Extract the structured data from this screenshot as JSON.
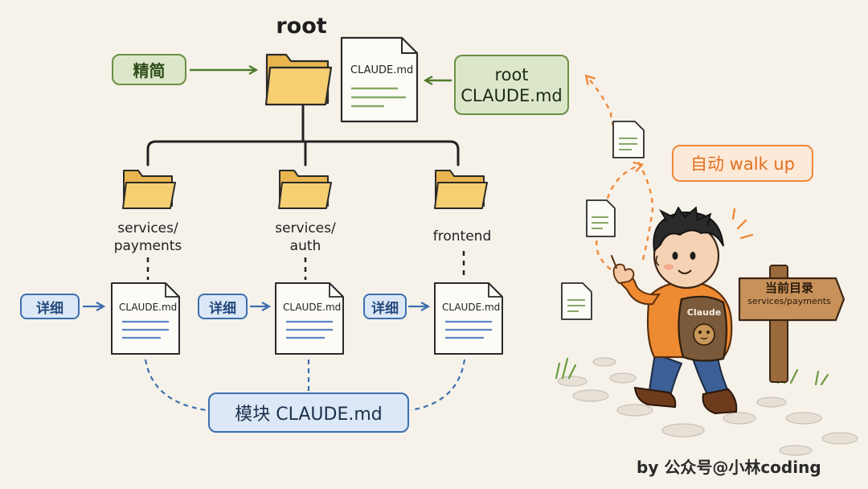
{
  "root_title": "root",
  "doc_label": "CLAUDE.md",
  "folders": {
    "payments": "services/\npayments",
    "auth": "services/\nauth",
    "frontend": "frontend"
  },
  "tags": {
    "concise": "精简",
    "detailed": "详细",
    "root_claude": "root\nCLAUDE.md",
    "module_claude": "模块 CLAUDE.md",
    "walk_up": "自动 walk up"
  },
  "signpost": {
    "title": "当前目录",
    "path": "services/payments"
  },
  "backpack_label": "Claude",
  "credit": "by 公众号@小林coding",
  "colors": {
    "green": "#6b8f45",
    "blue": "#3c6fb0",
    "orange": "#ee8a3c",
    "folder": "#f3c766"
  }
}
